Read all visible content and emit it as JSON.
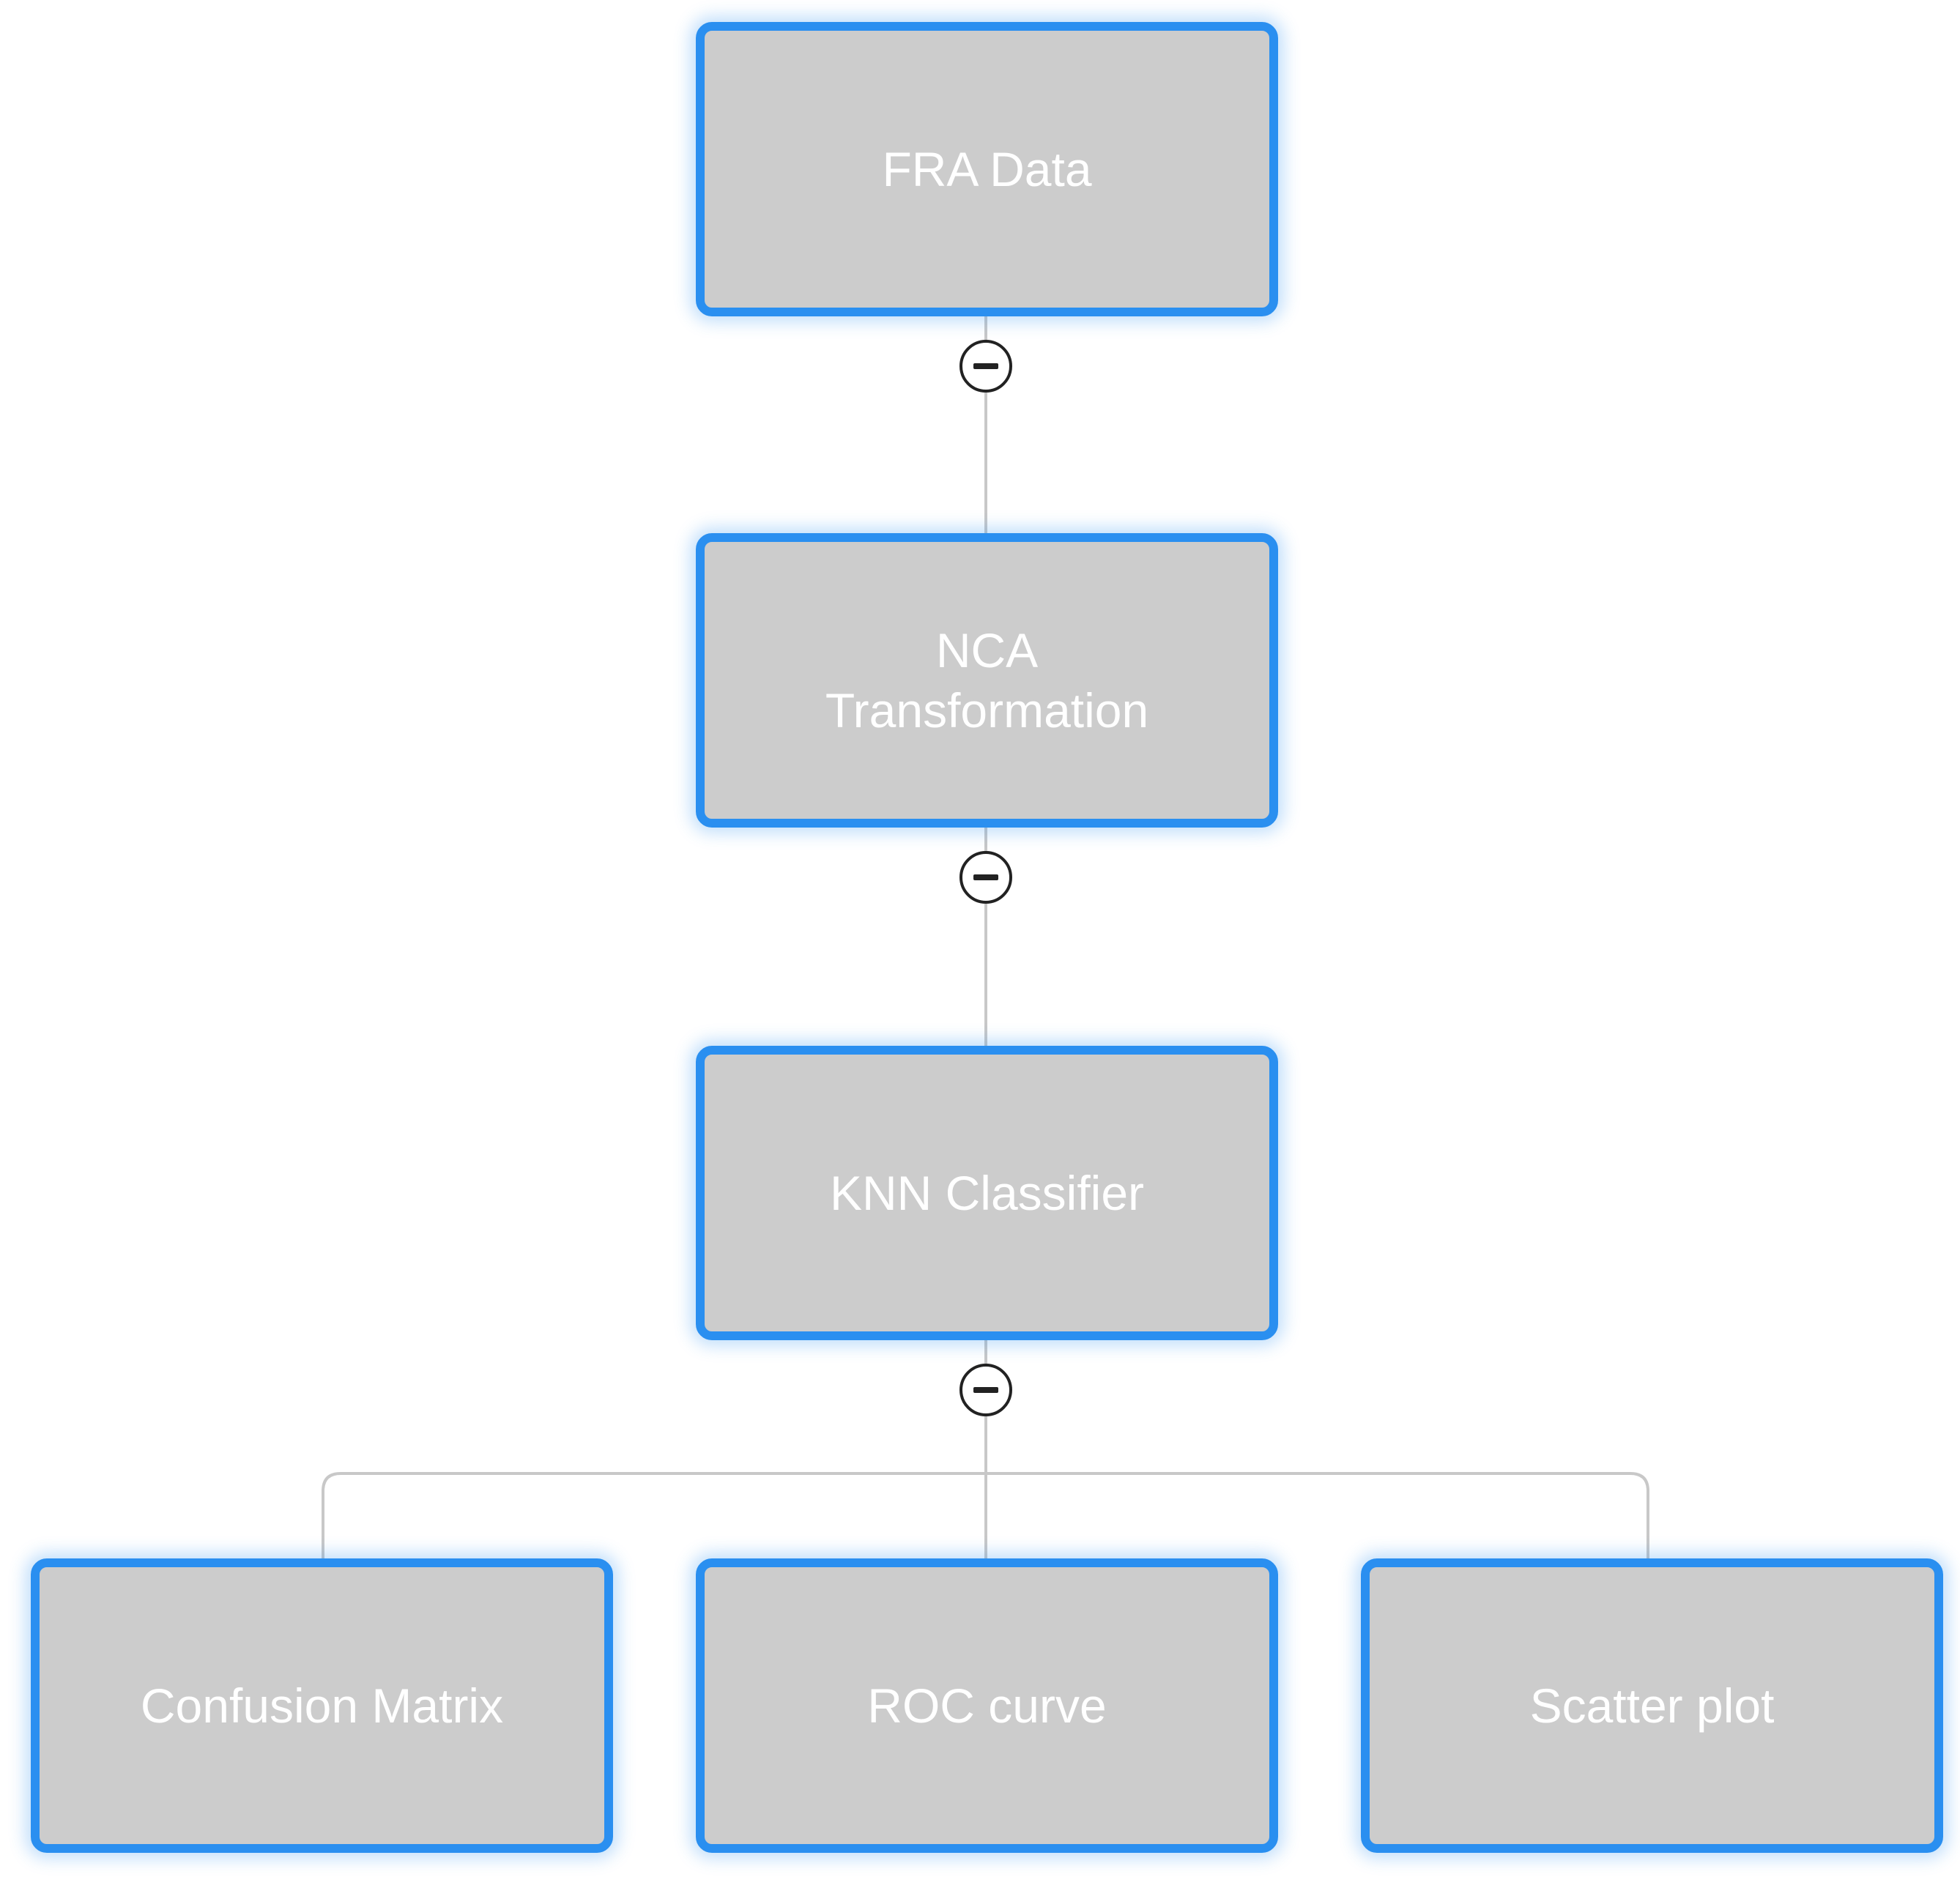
{
  "diagram": {
    "nodes": {
      "fra_data": {
        "label": "FRA Data"
      },
      "nca_transformation": {
        "label": "NCA\nTransformation"
      },
      "knn_classifier": {
        "label": "KNN Classifier"
      },
      "confusion_matrix": {
        "label": "Confusion Matrix"
      },
      "roc_curve": {
        "label": "ROC curve"
      },
      "scatter_plot": {
        "label": "Scatter plot"
      }
    },
    "edges": [
      {
        "from": "FRA Data",
        "to": "NCA\nTransformation"
      },
      {
        "from": "NCA\nTransformation",
        "to": "KNN Classifier"
      },
      {
        "from": "KNN Classifier",
        "to": "Confusion Matrix"
      },
      {
        "from": "KNN Classifier",
        "to": "ROC curve"
      },
      {
        "from": "KNN Classifier",
        "to": "Scatter plot"
      }
    ],
    "colors": {
      "node_fill": "#cccccc",
      "node_border": "#2a8ff0",
      "node_text": "#ffffff",
      "connector": "#c8c8c8",
      "toggle_border": "#222222"
    },
    "toggle_icon": "collapse-minus-icon"
  }
}
